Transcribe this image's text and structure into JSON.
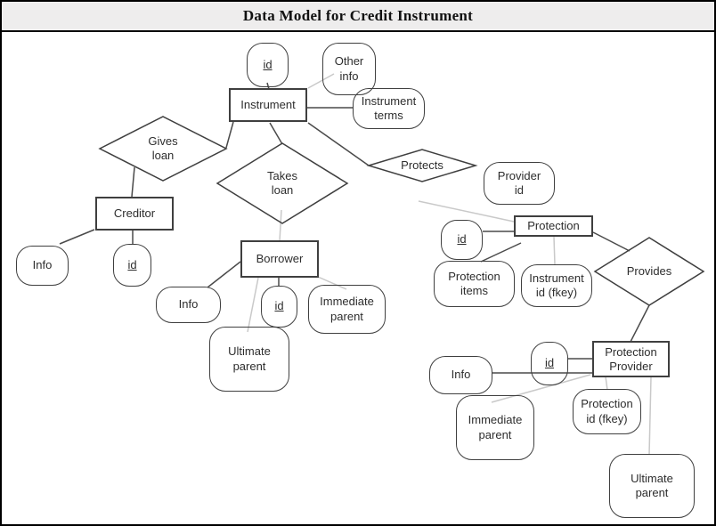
{
  "title": "Data Model for Credit Instrument",
  "colors": {
    "canvas_bg": "#ffffff",
    "title_bg": "#eeeded",
    "frame_border": "#000000",
    "shape_stroke": "#3f3f3f",
    "connector_dark": "#4a4a4a",
    "connector_light": "#c9c9c9",
    "text": "#2d2d2d"
  },
  "entities": {
    "instrument": {
      "label": "Instrument"
    },
    "creditor": {
      "label": "Creditor"
    },
    "borrower": {
      "label": "Borrower"
    },
    "protection": {
      "label": "Protection"
    },
    "protection_provider": {
      "label": "Protection\nProvider"
    }
  },
  "relationships": {
    "gives_loan": {
      "label": "Gives\nloan"
    },
    "takes_loan": {
      "label": "Takes\nloan"
    },
    "protects": {
      "label": "Protects"
    },
    "provides": {
      "label": "Provides"
    }
  },
  "attributes": {
    "instrument_id": {
      "label": "id",
      "key": true
    },
    "other_info": {
      "label": "Other\ninfo"
    },
    "instrument_terms": {
      "label": "Instrument\nterms"
    },
    "provider_id": {
      "label": "Provider\nid"
    },
    "creditor_info": {
      "label": "Info"
    },
    "creditor_id": {
      "label": "id",
      "key": true
    },
    "borrower_info": {
      "label": "Info"
    },
    "borrower_id": {
      "label": "id",
      "key": true
    },
    "borrower_immediate_parent": {
      "label": "Immediate\nparent"
    },
    "borrower_ultimate_parent": {
      "label": "Ultimate\nparent"
    },
    "protection_id": {
      "label": "id",
      "key": true
    },
    "protection_items": {
      "label": "Protection\nitems"
    },
    "instrument_id_fkey": {
      "label": "Instrument\nid (fkey)"
    },
    "pp_id": {
      "label": "id",
      "key": true
    },
    "pp_info": {
      "label": "Info"
    },
    "pp_immediate_parent": {
      "label": "Immediate\nparent"
    },
    "protection_id_fkey": {
      "label": "Protection\nid (fkey)"
    },
    "pp_ultimate_parent": {
      "label": "Ultimate\nparent"
    }
  }
}
